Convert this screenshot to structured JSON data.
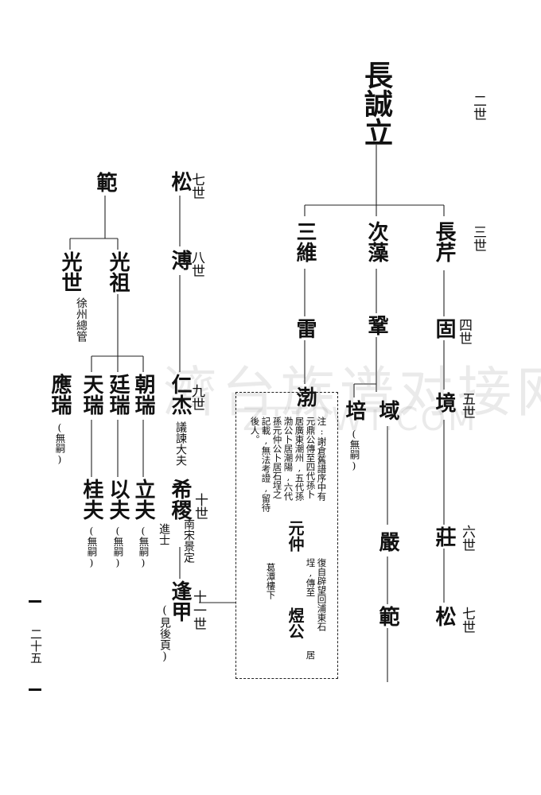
{
  "watermark": {
    "cn": "濟台族谱对接网",
    "latin": "ZTTPWT.COM"
  },
  "generations": {
    "g2": "二世",
    "g3": "三世",
    "g4": "四世",
    "g5": "五世",
    "g6": "六世",
    "g7": "七世",
    "g7b": "七世",
    "g8": "八世",
    "g9": "九世",
    "g10": "十世",
    "g11": "十一世"
  },
  "people": {
    "changchengli": "長誠立",
    "changjian": "長芹",
    "cizao": "次藻",
    "sanwei": "三維",
    "gu": "固",
    "jing": "境",
    "zhuang": "莊",
    "song_right": "松",
    "yan": "鞏",
    "pei": "培",
    "yu": "域",
    "yan2": "嚴",
    "fan_right": "範",
    "lei": "雷",
    "bo": "渤",
    "song_left": "松",
    "pu": "溥",
    "renjie": "仁杰",
    "xiji": "希稷",
    "fengjia": "逢甲",
    "fan_left": "範",
    "guangzu": "光祖",
    "guangshi": "光世",
    "yingrui": "應瑞",
    "tianrui": "天瑞",
    "tingrui": "廷瑞",
    "chaorui": "朝瑞",
    "guifu": "桂夫",
    "yifu": "以夫",
    "lifu": "立夫"
  },
  "notes": {
    "wusi": "(無嗣)",
    "xuzhou": "徐州總管",
    "yijian": "議諫大夫",
    "nansong": "南宋景定",
    "jinshi": "進士",
    "jianhou": "(見後頁)"
  },
  "box": {
    "col1": "注:謝倉舊譜序中有",
    "col2": "元鼎公傳至四代孫卜",
    "col3": "居廣東潮州,五代孫",
    "col4": "渤公卜居潮陽,六代",
    "col5": "孫元仲公卜居石埕之",
    "col6": "記載,無法考證,留待",
    "col7": "後人。",
    "yuanzhong": "元仲",
    "t1": "復自辟望回浦東石",
    "t2": "埕,傳至",
    "yugong": "煜公",
    "t3": "居",
    "t4": "葛潭樓下"
  },
  "page_number": "二十五"
}
